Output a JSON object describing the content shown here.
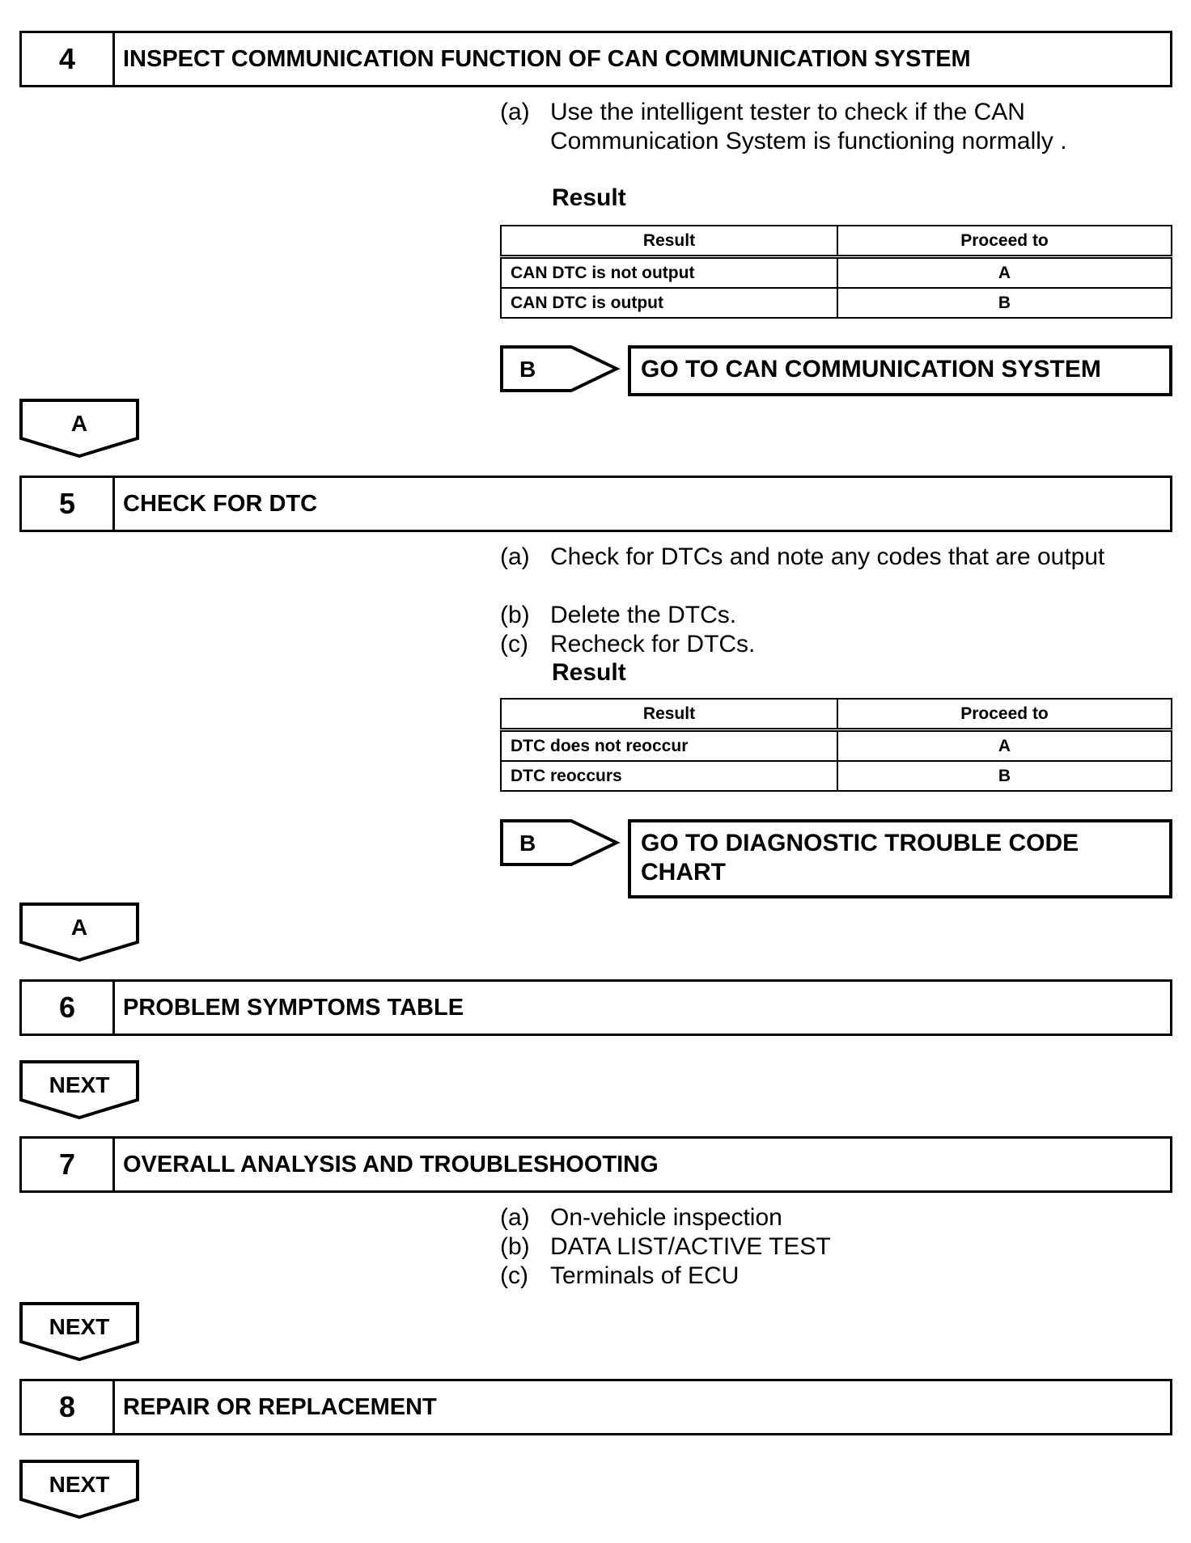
{
  "steps": [
    {
      "number": "4",
      "title": "INSPECT COMMUNICATION FUNCTION OF CAN COMMUNICATION SYSTEM",
      "items": [
        {
          "label": "(a)",
          "text_line1": "Use the intelligent tester to check if the CAN",
          "text_line2": "Communication System is functioning normally ."
        }
      ],
      "result_label": "Result",
      "table": {
        "headers": [
          "Result",
          "Proceed to"
        ],
        "rows": [
          [
            "CAN DTC is not output",
            "A"
          ],
          [
            "CAN DTC is output",
            "B"
          ]
        ]
      },
      "branch": {
        "label": "B",
        "text": "GO TO CAN COMMUNICATION SYSTEM"
      },
      "next_label": "A"
    },
    {
      "number": "5",
      "title": "CHECK FOR DTC",
      "items": [
        {
          "label": "(a)",
          "text": "Check for DTCs and note any codes that are output"
        },
        {
          "label": "(b)",
          "text": "Delete the DTCs."
        },
        {
          "label": "(c)",
          "text": "Recheck for DTCs."
        }
      ],
      "result_label": "Result",
      "table": {
        "headers": [
          "Result",
          "Proceed to"
        ],
        "rows": [
          [
            "DTC does not reoccur",
            "A"
          ],
          [
            "DTC reoccurs",
            "B"
          ]
        ]
      },
      "branch": {
        "label": "B",
        "text_line1": "GO TO DIAGNOSTIC TROUBLE CODE",
        "text_line2": "CHART"
      },
      "next_label": "A"
    },
    {
      "number": "6",
      "title": "PROBLEM SYMPTOMS TABLE",
      "next_label": "NEXT"
    },
    {
      "number": "7",
      "title": "OVERALL ANALYSIS AND TROUBLESHOOTING",
      "items": [
        {
          "label": "(a)",
          "text": "On-vehicle inspection"
        },
        {
          "label": "(b)",
          "text": "DATA LIST/ACTIVE TEST"
        },
        {
          "label": "(c)",
          "text": "Terminals of ECU"
        }
      ],
      "next_label": "NEXT"
    },
    {
      "number": "8",
      "title": "REPAIR OR REPLACEMENT",
      "next_label": "NEXT"
    }
  ]
}
